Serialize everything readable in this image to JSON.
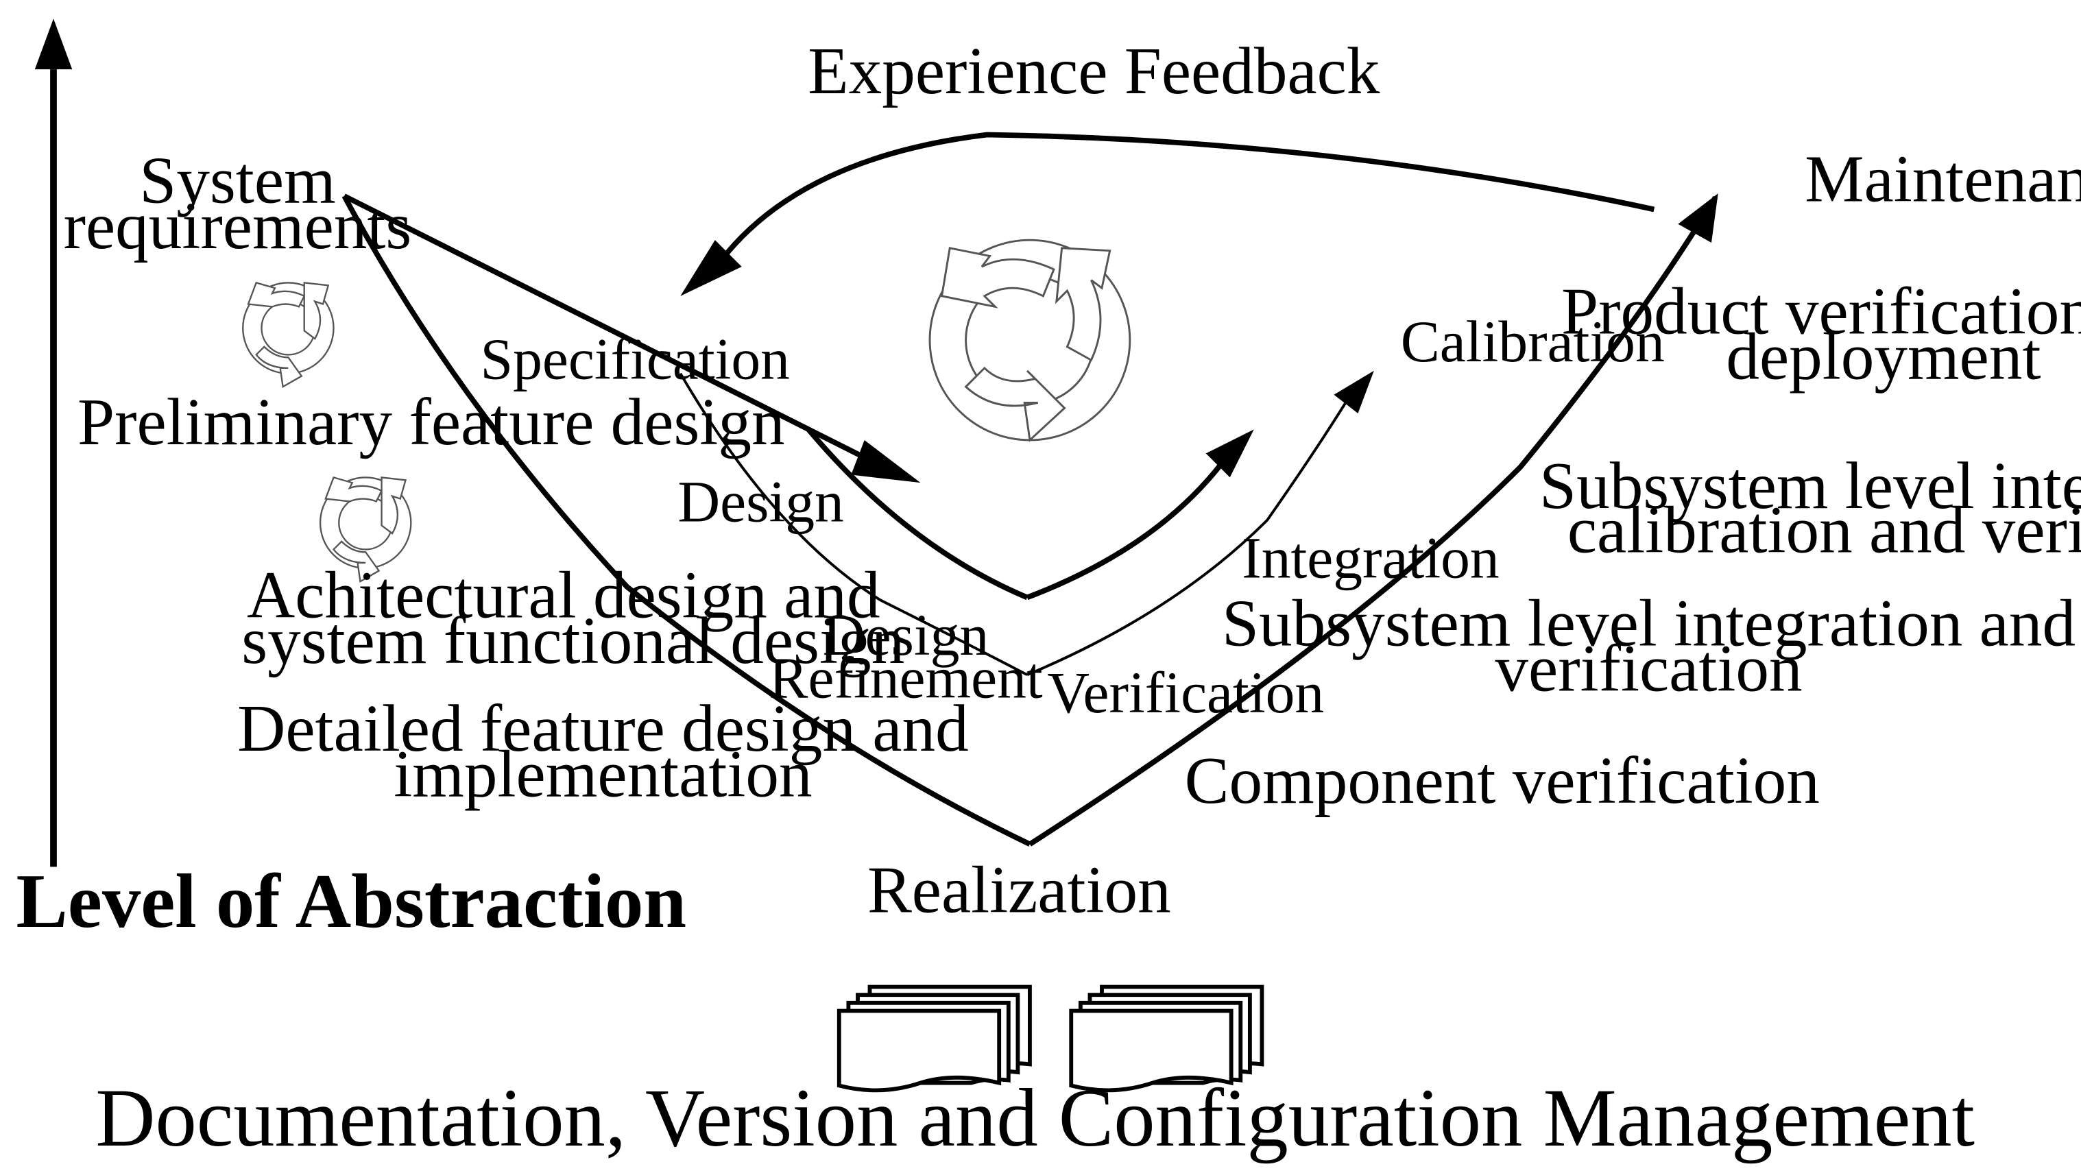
{
  "diagram": {
    "axis_label": "Level of Abstraction",
    "feedback_label": "Experience Feedback",
    "left_labels": {
      "system_requirements": [
        "System",
        "requirements"
      ],
      "preliminary_feature_design": "Preliminary feature design",
      "architectural_design": [
        "Achitectural  design and",
        "system functional design"
      ],
      "detailed_feature_design": [
        "Detailed feature design and",
        "implementation"
      ]
    },
    "bottom_label": "Realization",
    "right_labels": {
      "component_verification": "Component  verification",
      "subsystem_integration": [
        "Subsystem level integration and",
        "verification"
      ],
      "subsystem_integration_test": [
        "Subsystem level integration test",
        "calibration and   verification"
      ],
      "product_verification": [
        "Product verification and",
        "deployment"
      ],
      "maintenance": "Maintenance"
    },
    "inner_v_labels": {
      "specification": "Specification",
      "design": "Design",
      "design_refinement": [
        "Design",
        "Refinement"
      ],
      "verification": "Verification",
      "integration": "Integration",
      "calibration": "Calibration"
    },
    "footer_label": "Documentation, Version and Configuration Management",
    "icons": [
      "cycle-icon",
      "document-stack-icon"
    ],
    "colors": {
      "line": "#000000",
      "background": "#ffffff",
      "cycle_stroke": "#555555"
    }
  }
}
